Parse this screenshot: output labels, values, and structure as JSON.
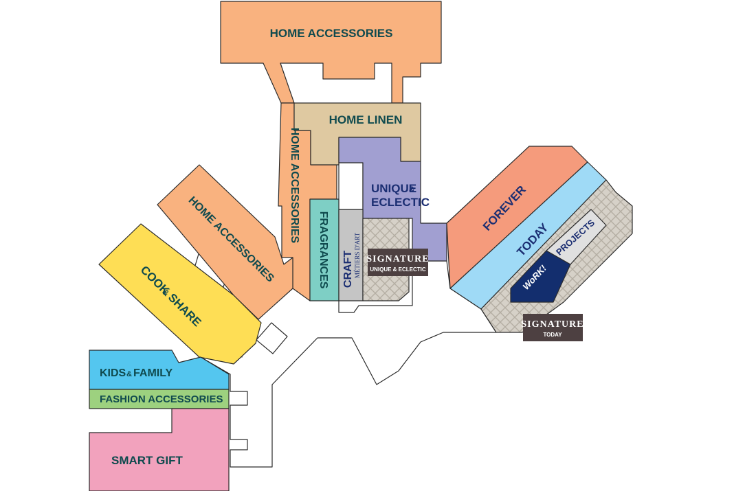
{
  "colors": {
    "home_accessories": "#f9b27f",
    "home_linen": "#dfc9a1",
    "unique_eclectic": "#a19fd1",
    "fragrances": "#7ecfc5",
    "craft": "#c5c5c5",
    "pattern_bg": "#d6d1c8",
    "pattern_line": "#b4aea3",
    "cook_share": "#fede55",
    "kids_family": "#54c6ef",
    "fashion_accessories": "#9dd17f",
    "smart_gift": "#f2a2bd",
    "forever": "#f59b7c",
    "today": "#9fdaf6",
    "work": "#132e6e",
    "projects": "#e0e0e0",
    "signature_box": "#4d4041",
    "label_teal": "#0f4a4e",
    "label_navy": "#1b2e72",
    "label_white": "#ffffff"
  },
  "zones": {
    "home_accessories_top": "HOME ACCESSORIES",
    "home_accessories_vertical": "HOME ACCESSORIES",
    "home_accessories_diagonal": "HOME ACCESSORIES",
    "home_linen": "HOME LINEN",
    "unique_eclectic_line1": "UNIQUE",
    "unique_eclectic_amp": "&",
    "unique_eclectic_line2": "ECLECTIC",
    "fragrances": "FRAGRANCES",
    "craft": "CRAFT",
    "craft_sub": "MÉTIERS D'ART",
    "signature_ue_title": "SIGNATURE",
    "signature_ue_sub": "UNIQUE & ECLECTIC",
    "cook_share_a": "COOK",
    "cook_share_amp": "&",
    "cook_share_b": "SHARE",
    "kids_family_a": "KIDS",
    "kids_family_amp": "&",
    "kids_family_b": "FAMILY",
    "fashion_accessories": "FASHION ACCESSORIES",
    "smart_gift": "SMART GIFT",
    "forever": "FOREVER",
    "today": "TODAY",
    "work": "WoRK!",
    "projects": "PROJECTS",
    "signature_today_title": "SIGNATURE",
    "signature_today_sub": "TODAY"
  }
}
